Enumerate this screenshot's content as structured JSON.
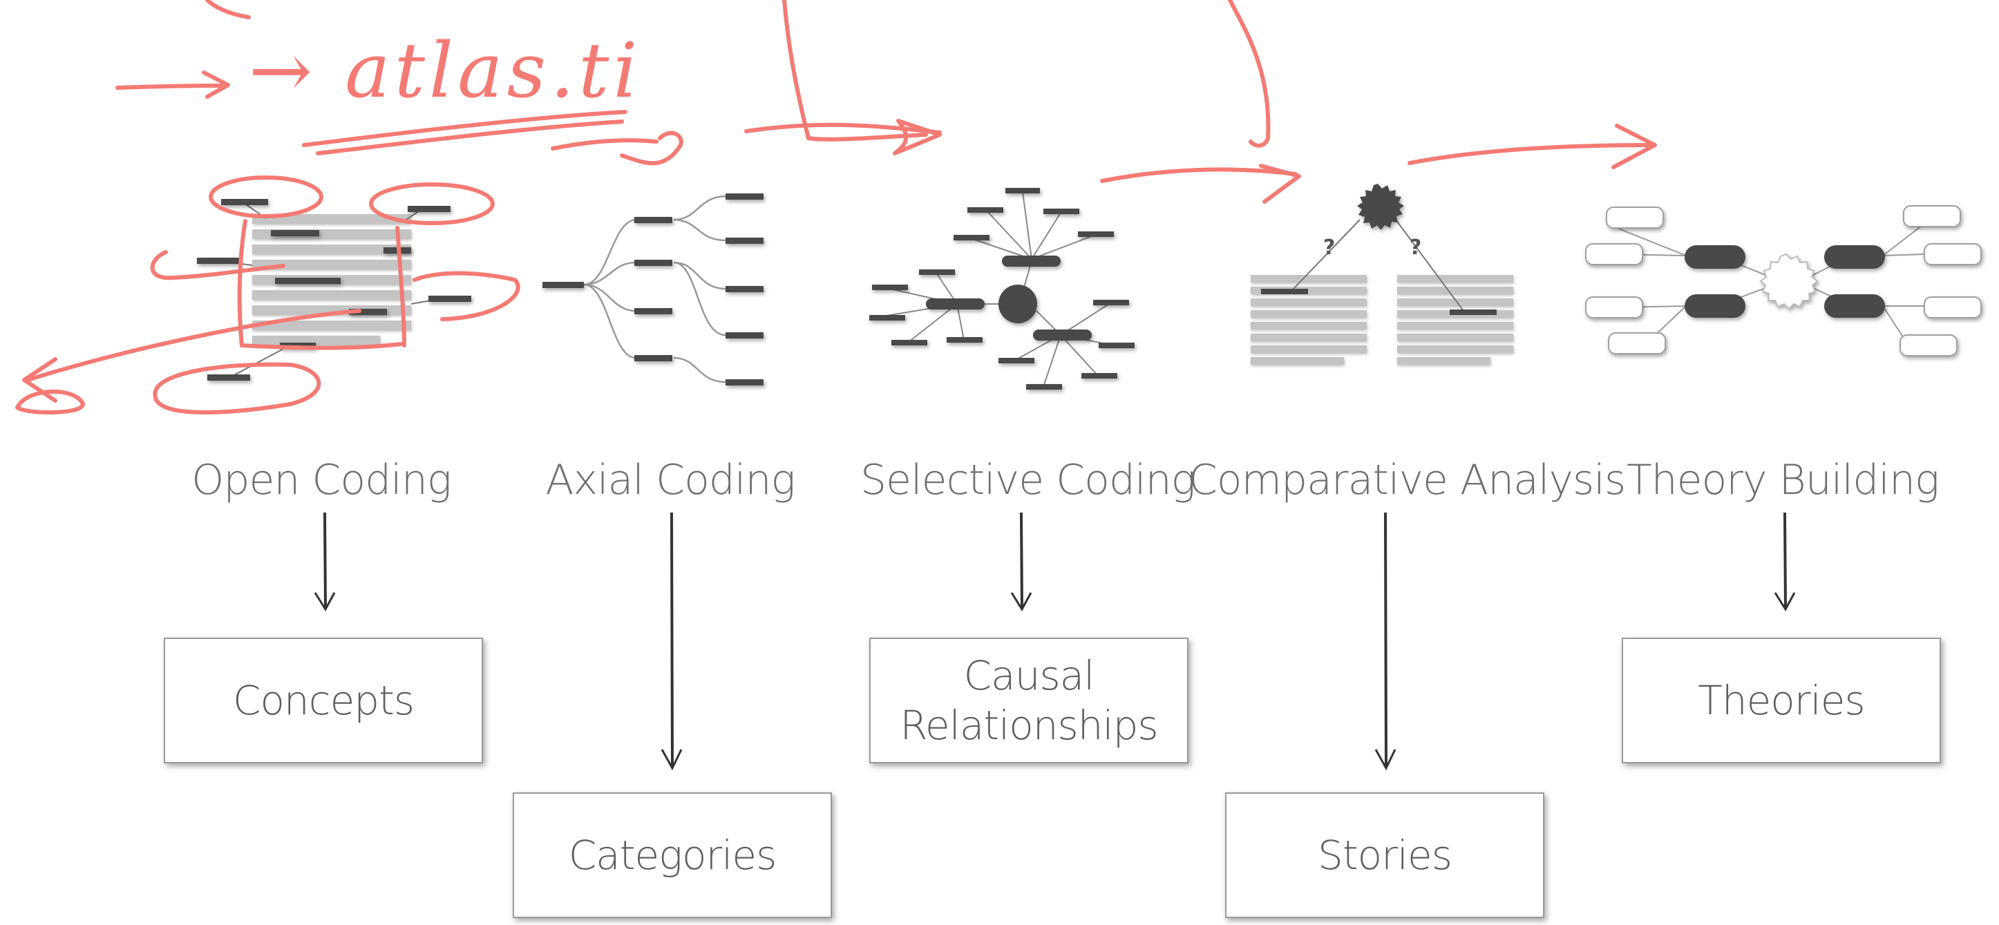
{
  "annotation": {
    "handwritten_text": "→ atlas.ti",
    "color": "#f47a74"
  },
  "stages": [
    {
      "id": "open-coding",
      "label": "Open Coding",
      "output": "Concepts"
    },
    {
      "id": "axial-coding",
      "label": "Axial Coding",
      "output": "Categories"
    },
    {
      "id": "selective-coding",
      "label": "Selective Coding",
      "output_line1": "Causal",
      "output_line2": "Relationships"
    },
    {
      "id": "comparative-analysis",
      "label": "Comparative Analysis",
      "output": "Stories"
    },
    {
      "id": "theory-building",
      "label": "Theory Building",
      "output": "Theories"
    }
  ],
  "colors": {
    "label_text": "#6f6f6f",
    "box_border": "#9a9a9a",
    "dark_node": "#4a4a4a",
    "light_bar": "#c2c2c2",
    "arrow": "#333333"
  }
}
